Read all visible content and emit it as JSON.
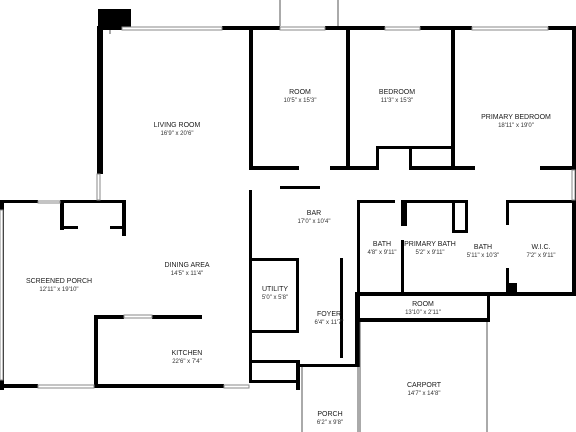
{
  "colors": {
    "wall": "#000000",
    "background": "#ffffff",
    "window": "#8a8a8a",
    "text": "#1a1a1a"
  },
  "rooms": {
    "living": {
      "name": "LIVING ROOM",
      "dims": "16'9\" x 20'6\""
    },
    "room": {
      "name": "ROOM",
      "dims": "10'5\" x 15'3\""
    },
    "bedroom": {
      "name": "BEDROOM",
      "dims": "11'3\" x 15'3\""
    },
    "primary_bed": {
      "name": "PRIMARY BEDROOM",
      "dims": "18'11\" x 19'0\""
    },
    "bar": {
      "name": "BAR",
      "dims": "17'0\" x 10'4\""
    },
    "bath1": {
      "name": "BATH",
      "dims": "4'8\" x 9'11\""
    },
    "primary_bath": {
      "name": "PRIMARY BATH",
      "dims": "5'2\" x 9'11\""
    },
    "bath2": {
      "name": "BATH",
      "dims": "5'11\" x 10'3\""
    },
    "wic": {
      "name": "W.I.C.",
      "dims": "7'2\" x 9'11\""
    },
    "screened": {
      "name": "SCREENED PORCH",
      "dims": "12'11\" x 19'10\""
    },
    "dining": {
      "name": "DINING AREA",
      "dims": "14'5\" x 11'4\""
    },
    "utility": {
      "name": "UTILITY",
      "dims": "5'0\" x 5'8\""
    },
    "foyer": {
      "name": "FOYER",
      "dims": "6'4\" x 11'7\""
    },
    "room2": {
      "name": "ROOM",
      "dims": "13'10\" x 2'11\""
    },
    "kitchen": {
      "name": "KITCHEN",
      "dims": "22'6\" x 7'4\""
    },
    "carport": {
      "name": "CARPORT",
      "dims": "14'7\" x 14'8\""
    },
    "porch": {
      "name": "PORCH",
      "dims": "6'2\" x 9'8\""
    }
  }
}
